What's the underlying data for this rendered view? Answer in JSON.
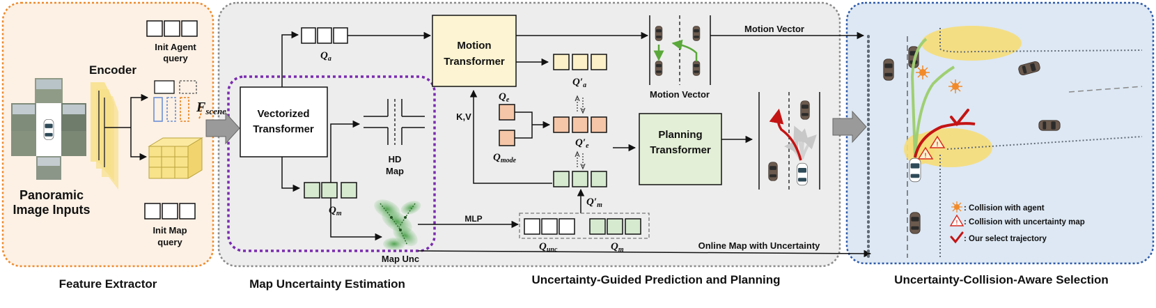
{
  "sections": {
    "feature_extractor": "Feature Extractor",
    "map_uncertainty": "Map Uncertainty Estimation",
    "prediction_planning": "Uncertainty-Guided Prediction and Planning",
    "selection": "Uncertainty-Collision-Aware Selection"
  },
  "labels": {
    "encoder": "Encoder",
    "init_agent_1": "Init Agent",
    "init_agent_2": "query",
    "init_map_1": "Init Map",
    "init_map_2": "query",
    "panoramic_1": "Panoramic",
    "panoramic_2": "Image Inputs",
    "f_scene_main": "F",
    "f_scene_sub": "scene",
    "vectorized_1": "Vectorized",
    "vectorized_2": "Transformer",
    "motion_1": "Motion",
    "motion_2": "Transformer",
    "planning_1": "Planning",
    "planning_2": "Transformer",
    "hd_map_1": "HD",
    "hd_map_2": "Map",
    "map_unc": "Map Unc",
    "kv": "K,V",
    "mlp": "MLP",
    "motion_vector_top": "Motion Vector",
    "motion_vector_caption": "Motion Vector",
    "online_map": "Online Map with Uncertainty"
  },
  "queries": {
    "qa": "Q",
    "qa_sub": "a",
    "qa_prime": "Q′",
    "qa_prime_sub": "a",
    "qe": "Q",
    "qe_sub": "e",
    "qe_prime": "Q′",
    "qe_prime_sub": "e",
    "qmode": "Q",
    "qmode_sub": "mode",
    "qm": "Q",
    "qm_sub": "m",
    "qm_prime": "Q′",
    "qm_prime_sub": "m",
    "qunc": "Q",
    "qunc_sub": "unc",
    "qm2": "Q",
    "qm2_sub": "m"
  },
  "legend": [
    {
      "icon": "collision-agent-icon",
      "text": ": Collision with agent"
    },
    {
      "icon": "collision-map-icon",
      "text": ": Collision with uncertainty map"
    },
    {
      "icon": "checkmark-icon",
      "text": ": Our select trajectory"
    }
  ],
  "colors": {
    "feature_bg": "#fdf1e5",
    "feature_border": "#ee8a2c",
    "middle_bg": "#ededed",
    "middle_border": "#8a8a8a",
    "selection_bg": "#dde8f4",
    "selection_border": "#2e5aa8",
    "map_unc_border": "#7a2bb0",
    "agent_query": "#fbf0c8",
    "map_query": "#d6ead0",
    "e_query": "#f6c6a8",
    "motion_box": "#fcf4d2",
    "planning_box": "#e3efd6",
    "encoder": "#f7e08a",
    "uncertainty": "#f6dd78",
    "trajectory_red": "#c41414",
    "trajectory_green": "#9fcf72"
  }
}
